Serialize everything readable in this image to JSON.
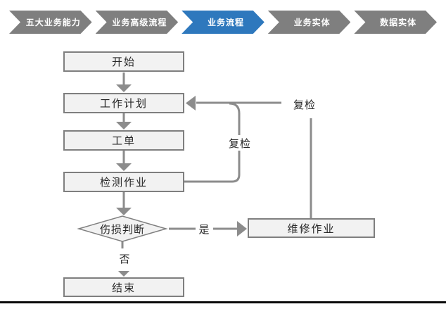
{
  "nav": {
    "items": [
      {
        "label": "五大业务能力",
        "active": false
      },
      {
        "label": "业务高级流程",
        "active": false
      },
      {
        "label": "业务流程",
        "active": true
      },
      {
        "label": "业务实体",
        "active": false
      },
      {
        "label": "数据实体",
        "active": false
      }
    ],
    "active_color": "#2e78bd",
    "inactive_color": "#7f7f7f",
    "text_color": "#ffffff"
  },
  "flowchart": {
    "nodes": [
      {
        "id": "start",
        "label": "开始",
        "type": "process"
      },
      {
        "id": "work-plan",
        "label": "工作计划",
        "type": "process"
      },
      {
        "id": "work-order",
        "label": "工单",
        "type": "process"
      },
      {
        "id": "inspection-job",
        "label": "检测作业",
        "type": "process"
      },
      {
        "id": "damage-judgment",
        "label": "伤损判断",
        "type": "decision"
      },
      {
        "id": "repair-job",
        "label": "维修作业",
        "type": "process"
      },
      {
        "id": "end",
        "label": "结束",
        "type": "process"
      }
    ],
    "edges": [
      {
        "from": "start",
        "to": "work-plan",
        "label": ""
      },
      {
        "from": "work-plan",
        "to": "work-order",
        "label": ""
      },
      {
        "from": "work-order",
        "to": "inspection-job",
        "label": ""
      },
      {
        "from": "inspection-job",
        "to": "damage-judgment",
        "label": ""
      },
      {
        "from": "damage-judgment",
        "to": "repair-job",
        "label": "是"
      },
      {
        "from": "damage-judgment",
        "to": "end",
        "label": "否"
      },
      {
        "from": "inspection-job",
        "to": "work-plan",
        "label": "复检"
      },
      {
        "from": "repair-job",
        "to": "work-plan",
        "label": "复检"
      }
    ],
    "edge_labels": {
      "recheck_inner": "复检",
      "recheck_outer": "复检",
      "yes": "是",
      "no": "否"
    },
    "colors": {
      "node_fill": "#f2f2f2",
      "node_border": "#7f7f7f",
      "connector": "#8c8c8c",
      "bottom_rule": "#0a0a0a"
    }
  }
}
